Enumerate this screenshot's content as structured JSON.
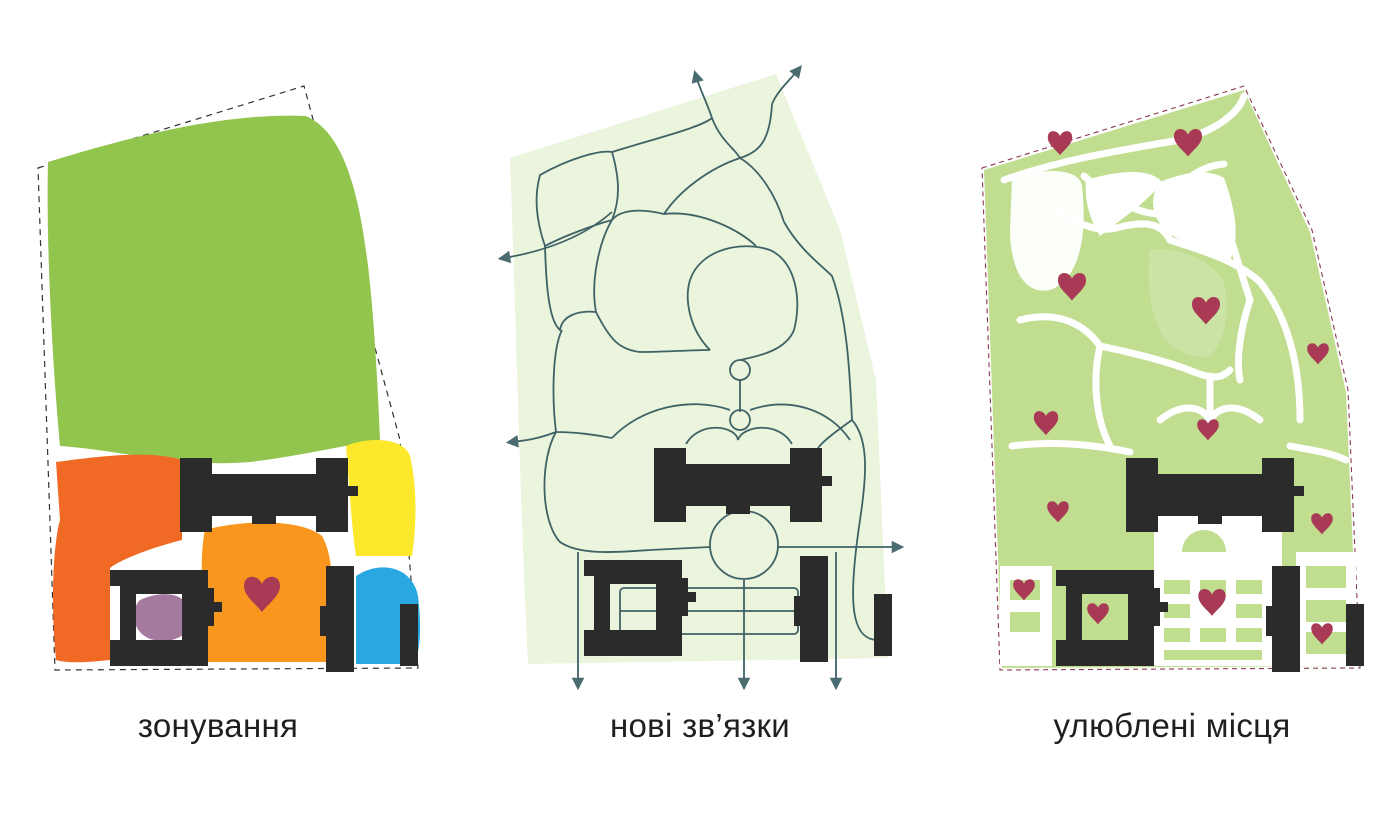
{
  "panels": [
    {
      "id": "zoning",
      "caption": "зонування"
    },
    {
      "id": "new-links",
      "caption": "нові зв’язки"
    },
    {
      "id": "favourite-places",
      "caption": "улюблені місця"
    }
  ],
  "colors": {
    "green": "#92c54d",
    "orange_red": "#f06a26",
    "orange": "#f8961e",
    "yellow": "#fde92c",
    "blue": "#29a7e1",
    "purple": "#a57a9f",
    "heart": "#a83a55",
    "building": "#2b2b2b",
    "pale_green": "#ebf4dc",
    "path_stroke": "#3f6266",
    "lawn": "#c0dd90",
    "boundary": "#333333"
  },
  "icons": [
    "heart-icon",
    "arrow-icon",
    "building-block"
  ]
}
